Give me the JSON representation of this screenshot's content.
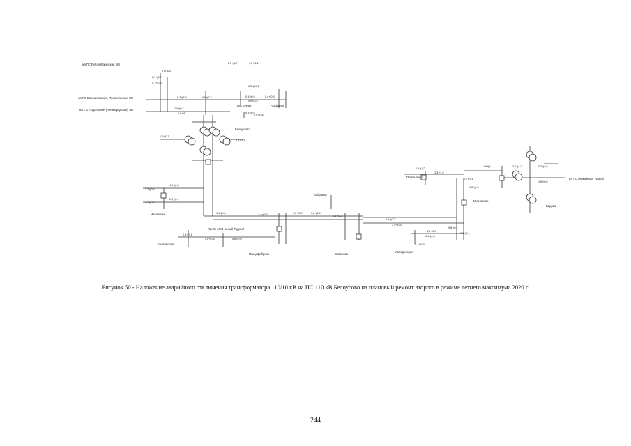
{
  "diagram": {
    "substations": [
      "Петро",
      "Восточная",
      "Агафьево",
      "Белоусово",
      "Маковская",
      "Бобровка",
      "Птицефабрика",
      "Кабикова",
      "Балтийская",
      "Прибалтица",
      "Миловская",
      "Лаборатория",
      "Ведово"
    ],
    "outgoing_lines": [
      "на ПС Рубон Южанская ЭО",
      "на ПС Ворошловская, Поличельская ЭО",
      "на Т.О Подольский (Ленинградская) ЭО",
      "на ПС Можайская Тудной",
      "Пилот 10кВ Белый Рудный"
    ],
    "flow_labels": [
      "2,7+j8,7",
      "0,7+j0,8",
      "5,7+j3,5",
      "0,6+j2,3",
      "1,0+j0,7",
      "2,0+j8",
      "2,5+j5,7",
      "1,2+j2,1",
      "0,5+j0,5",
      "0,4+j0,5",
      "0,6+j0,5",
      "6,5+j18,1",
      "2,0+j0,6",
      "0,9+j0,5",
      "0,7+j0,1",
      "6,7+j1,1",
      "3,7+j0,5",
      "0,0+j0,4",
      "4,0+j0,3",
      "2,5+j0,1",
      "1,1+j0,6",
      "1,4+j0,6",
      "0,1+j7,1",
      "0,6+j0,6",
      "0,6+j0,0",
      "3,5+j3,7",
      "3,2+j6,0",
      "0,5+j0,3",
      "4,5+j0,2",
      "3,4+j0,3",
      "0,3+j1,2",
      "1,3+j1,5",
      "1,6+j4,1",
      "2,1+j1,7",
      "0,7+j2,0",
      "1,5+j0,6",
      "4,5+j0,4",
      "0,1+j0,3",
      "0,8+j0,1",
      "0,0+j0,1",
      "2,7+j3,1",
      "1,5+j0,6",
      "0,7+j0,9"
    ]
  },
  "caption": "Рисунок 50 - Наложение аварийного отключения трансформатора 110/10 кВ на ПС 110 кВ Белоусово на плановый ремонт второго в режиме летнего максимума 2020 г.",
  "page_number": "244"
}
